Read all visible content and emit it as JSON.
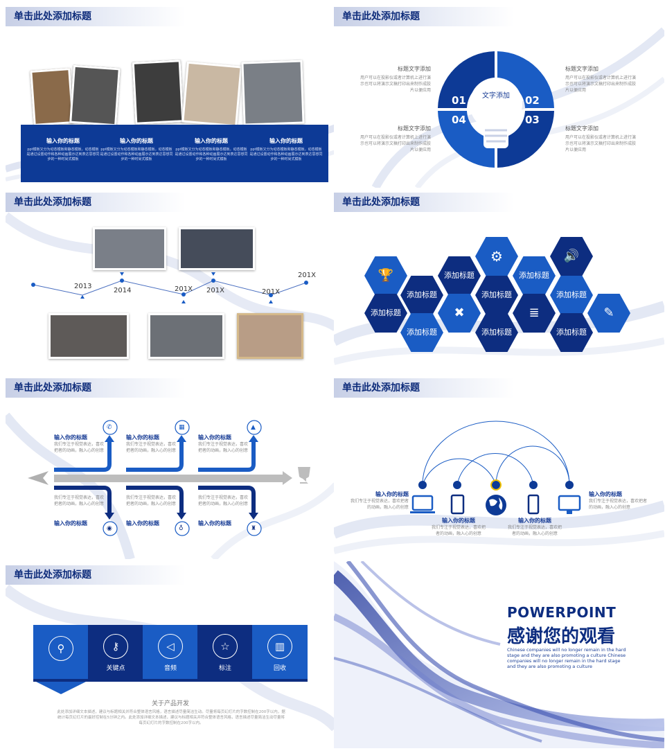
{
  "slide_title": "单击此处添加标题",
  "s1": {
    "columns": [
      {
        "head": "输入你的标题",
        "text": "ppt模板又分为动态模板和静态模板。动态模板是通过设置动作和各种动画展示达到表达思想同步的一种时尚式模板"
      },
      {
        "head": "输入你的标题",
        "text": "ppt模板又分为动态模板和静态模板。动态模板是通过设置动作和各种动画展示达到表达思想同步的一种时尚式模板"
      },
      {
        "head": "输入你的标题",
        "text": "ppt模板又分为动态模板和静态模板。动态模板是通过设置动作和各种动画展示达到表达思想同步的一种时尚式模板"
      },
      {
        "head": "输入你的标题",
        "text": "ppt模板又分为动态模板和静态模板。动态模板是通过设置动作和各种动画展示达到表达思想同步的一种时尚式模板"
      }
    ]
  },
  "s2": {
    "center": "文字添加",
    "nums": [
      "01",
      "02",
      "04",
      "03"
    ],
    "blocks": [
      {
        "head": "标题文字添加",
        "text": "用户可以在投影仪或者计算机上进行演示也可以将演示文稿打印出来制作成胶片以便应用"
      },
      {
        "head": "标题文字添加",
        "text": "用户可以在投影仪或者计算机上进行演示也可以将演示文稿打印出来制作成胶片以便应用"
      },
      {
        "head": "标题文字添加",
        "text": "用户可以在投影仪或者计算机上进行演示也可以将演示文稿打印出来制作成胶片以便应用"
      },
      {
        "head": "标题文字添加",
        "text": "用户可以在投影仪或者计算机上进行演示也可以将演示文稿打印出来制作成胶片以便应用"
      }
    ]
  },
  "s3": {
    "years": [
      "2013",
      "2014",
      "201X",
      "201X",
      "201X",
      "201X"
    ]
  },
  "s4": {
    "hex_label": "添加标题"
  },
  "s5": {
    "head": "输入你的标题",
    "text": "我们专注于视觉表达，喜欢把者的动画，融入心的创意"
  },
  "s6": {
    "head": "输入你的标题",
    "text": "我们专注于视觉表达，喜欢把者的动画，融入心的创意"
  },
  "s7": {
    "tiles": [
      "关键点",
      "音频",
      "标注",
      "回收"
    ],
    "about_title": "关于产品开发",
    "about_text": "此处添加详细文本描述，建议与标题相关并符合整体语言风格，语言描述尽量简洁生动。尽量将每页幻灯片的字数控制在200字以内，据统计每页幻灯片的最好控制在5分钟之内。此处添加详细文本描述，建议与标题相关并符合整体语言风格，语言描述尽量简洁生动尽量将每页幻灯片的字数控制在200字以内。"
  },
  "s8": {
    "brand": "POWERPOINT",
    "thanks": "感谢您的观看",
    "english": "Chinese companies will no longer remain in the hard stage and they are also promoting a culture Chinese companies will no longer remain in the hard stage and they are also promoting a culture"
  },
  "colors": {
    "dark_blue": "#0d2d80",
    "mid_blue": "#1a5cc4",
    "title_blue": "#0d2b7a"
  }
}
